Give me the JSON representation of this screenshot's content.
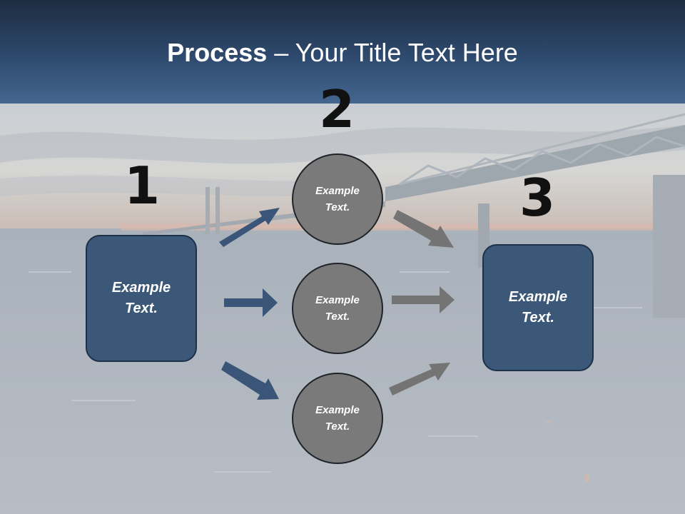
{
  "slide": {
    "title_bold": "Process",
    "title_rest": " – Your Title Text Here",
    "steps": [
      {
        "number": "1",
        "label": "Example Text."
      },
      {
        "number": "2",
        "label": "Example Text."
      },
      {
        "number": "3",
        "label": "Example Text."
      }
    ],
    "circles": [
      {
        "label": "Example Text."
      },
      {
        "label": "Example Text."
      },
      {
        "label": "Example Text."
      }
    ]
  },
  "colors": {
    "header": "#2e4a6e",
    "box_fill": "#3b5878",
    "circle_fill": "#7a7a7a",
    "blue_arrow": "#3a5577",
    "gray_arrow": "#747474"
  }
}
